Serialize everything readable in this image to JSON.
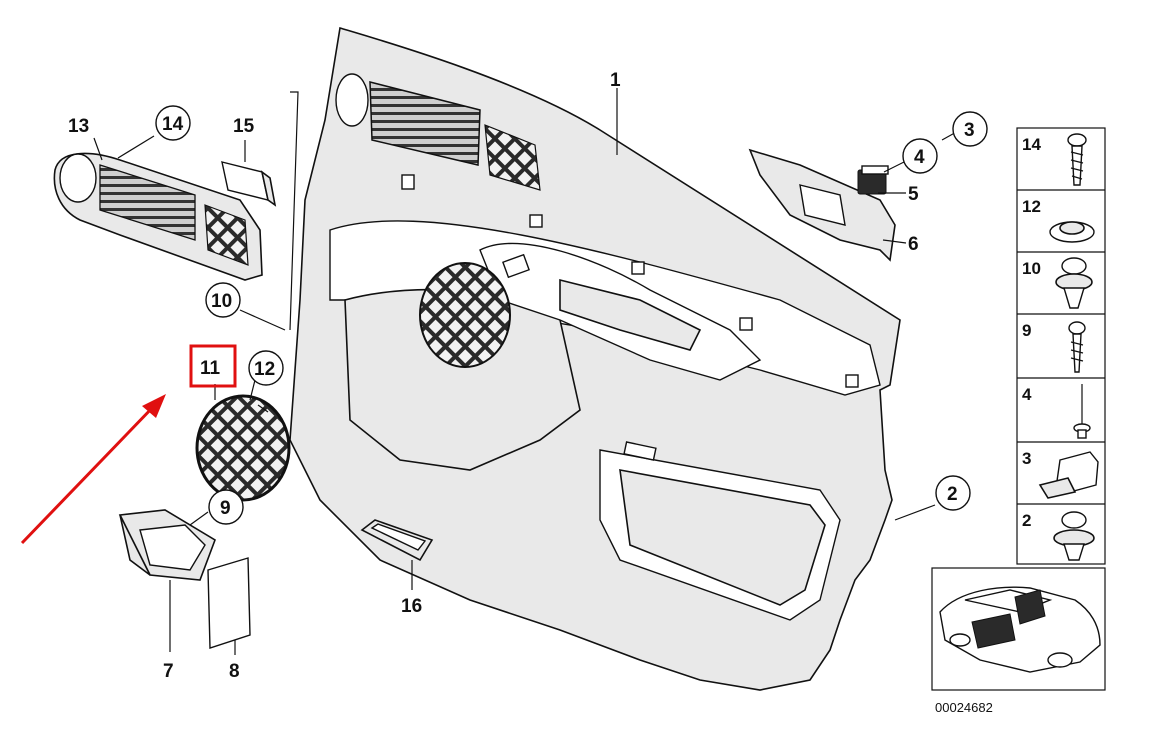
{
  "diagram": {
    "part_labels": {
      "p1": "1",
      "p2": "2",
      "p3": "3",
      "p4": "4",
      "p5": "5",
      "p6": "6",
      "p7": "7",
      "p8": "8",
      "p9": "9",
      "p10": "10",
      "p11": "11",
      "p12": "12",
      "p13": "13",
      "p14": "14",
      "p15": "15",
      "p16": "16"
    },
    "legend_items": [
      "14",
      "12",
      "10",
      "9",
      "4",
      "3",
      "2"
    ],
    "diagram_code": "00024682",
    "colors": {
      "highlight": "#e01010",
      "arrow": "#e01010",
      "line": "#111111"
    }
  }
}
